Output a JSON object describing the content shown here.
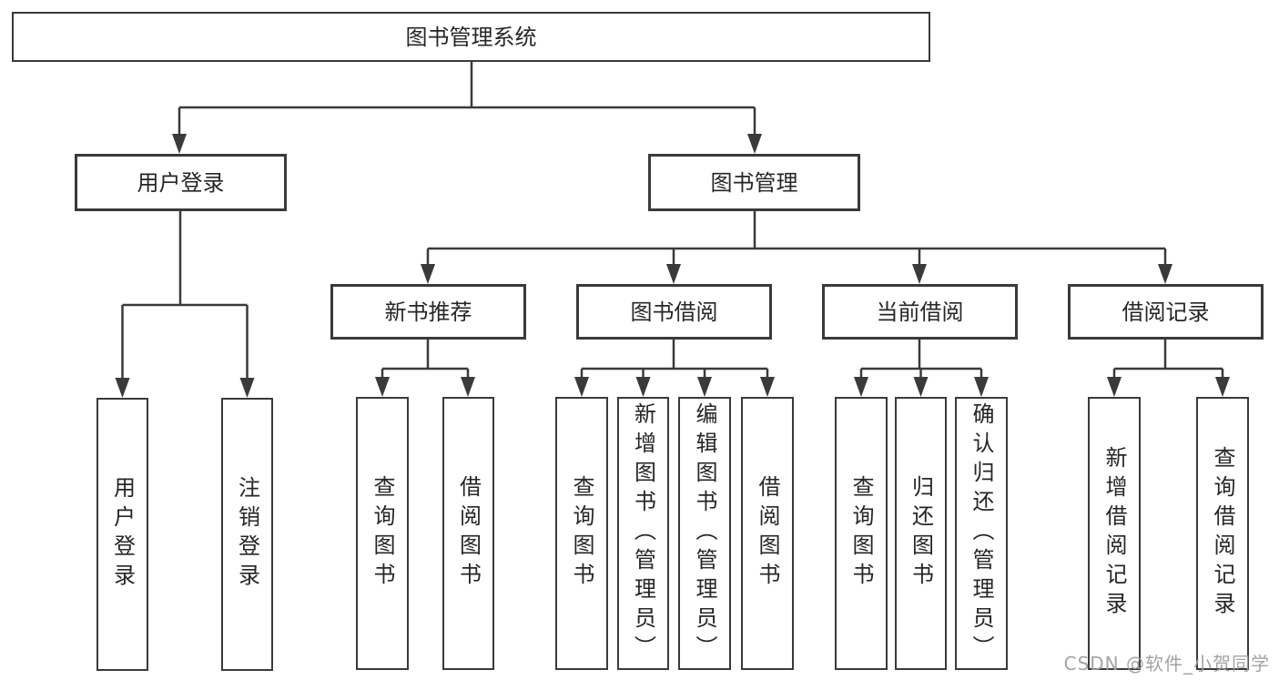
{
  "diagram": {
    "type": "hierarchy-tree",
    "root": {
      "label": "图书管理系统"
    },
    "level2": [
      {
        "id": "user-login",
        "label": "用户登录",
        "parent": "图书管理系统"
      },
      {
        "id": "book-management",
        "label": "图书管理",
        "parent": "图书管理系统"
      }
    ],
    "level3": [
      {
        "id": "new-book-recommendation",
        "label": "新书推荐",
        "parent": "图书管理"
      },
      {
        "id": "book-borrowing",
        "label": "图书借阅",
        "parent": "图书管理"
      },
      {
        "id": "current-borrowing",
        "label": "当前借阅",
        "parent": "图书管理"
      },
      {
        "id": "borrowing-records",
        "label": "借阅记录",
        "parent": "图书管理"
      }
    ],
    "leaves": [
      {
        "label": "用户登录",
        "parent": "用户登录"
      },
      {
        "label": "注销登录",
        "parent": "用户登录"
      },
      {
        "label": "查询图书",
        "parent": "新书推荐"
      },
      {
        "label": "借阅图书",
        "parent": "新书推荐"
      },
      {
        "label": "查询图书",
        "parent": "图书借阅"
      },
      {
        "label": "新增图书（管理员）",
        "parent": "图书借阅"
      },
      {
        "label": "编辑图书（管理员）",
        "parent": "图书借阅"
      },
      {
        "label": "借阅图书",
        "parent": "图书借阅"
      },
      {
        "label": "查询图书",
        "parent": "当前借阅"
      },
      {
        "label": "归还图书",
        "parent": "当前借阅"
      },
      {
        "label": "确认归还（管理员）",
        "parent": "当前借阅"
      },
      {
        "label": "新增借阅记录",
        "parent": "借阅记录"
      },
      {
        "label": "查询借阅记录",
        "parent": "借阅记录"
      }
    ]
  },
  "watermark": {
    "text": "CSDN @软件_小贺同学"
  },
  "colors": {
    "line": "#3a3a3a",
    "box_border": "#3a3a3a",
    "text": "#262626",
    "background": "#ffffff",
    "watermark": "#9e9e9e"
  }
}
